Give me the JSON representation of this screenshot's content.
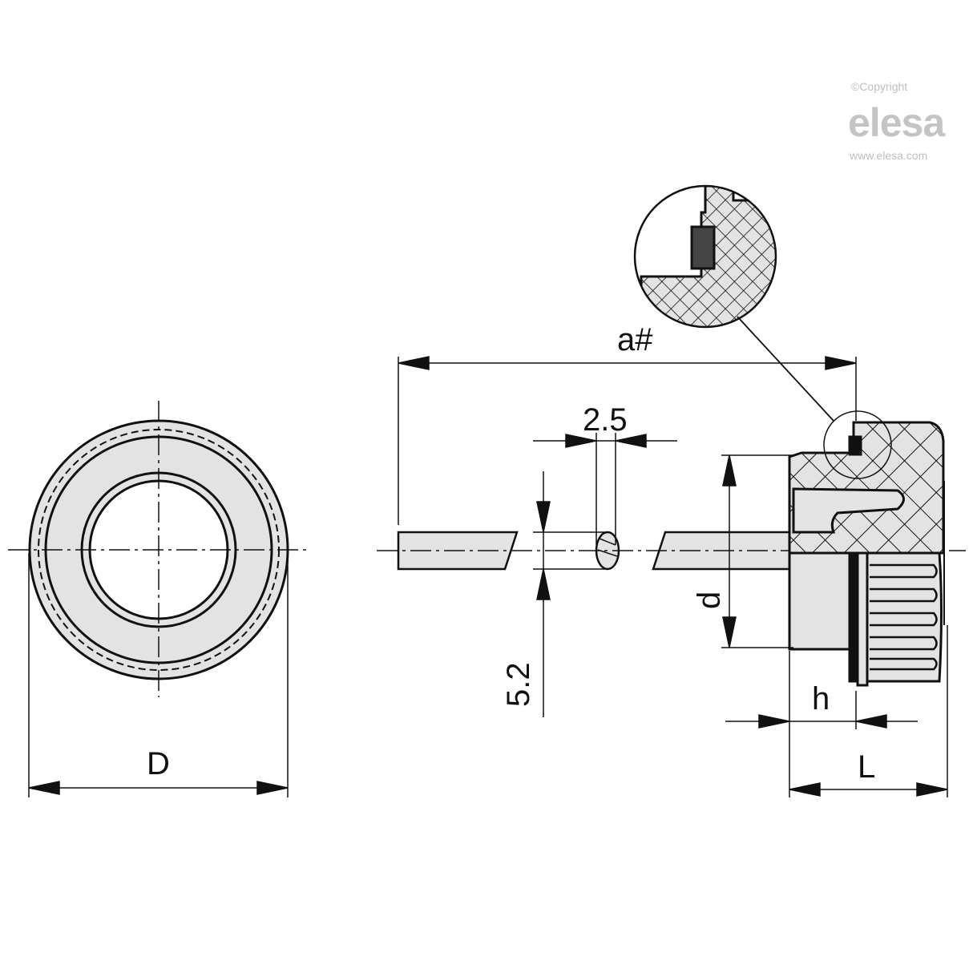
{
  "logo": {
    "copyright": "©Copyright",
    "brand": "elesa",
    "url": "www.elesa.com"
  },
  "dimensions": {
    "a": "a#",
    "thickness": "2.5",
    "width": "5.2",
    "d": "d",
    "h": "h",
    "D": "D",
    "L": "L"
  },
  "colors": {
    "fill": "#e3e3e3",
    "line": "#111111",
    "logo": "#c4c4c4"
  }
}
